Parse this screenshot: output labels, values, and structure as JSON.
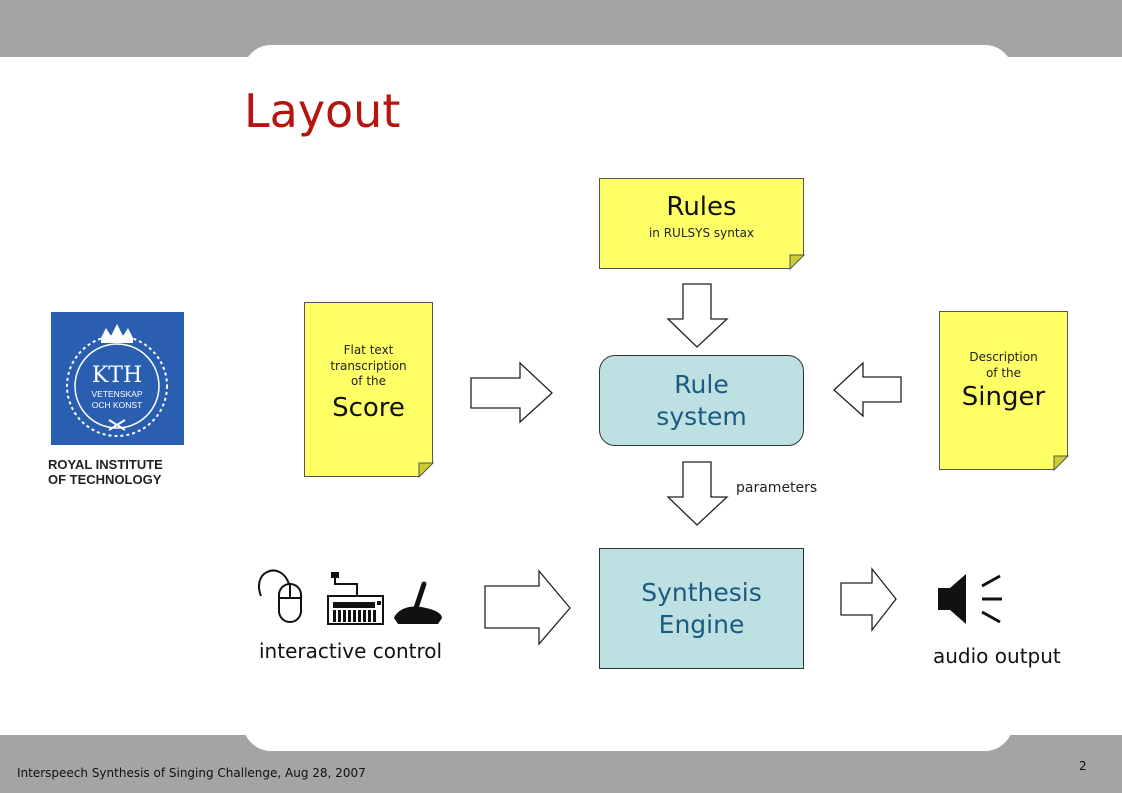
{
  "slide": {
    "title": "Layout",
    "footer": "Interspeech Synthesis of Singing Challenge, Aug 28, 2007",
    "page_number": "2"
  },
  "logo": {
    "name": "kth-logo",
    "caption_line1": "ROYAL INSTITUTE",
    "caption_line2": "OF TECHNOLOGY",
    "colors": {
      "background": "#2a5eb0",
      "emblem": "#ffffff"
    }
  },
  "rules_note": {
    "title": "Rules",
    "subtitle": "in RULSYS syntax"
  },
  "score_note": {
    "line1": "Flat text",
    "line2": "transcription",
    "line3": "of the",
    "title": "Score"
  },
  "singer_note": {
    "line1": "Description",
    "line2": "of the",
    "title": "Singer"
  },
  "rule_system": {
    "line1": "Rule",
    "line2": "system"
  },
  "synthesis_engine": {
    "line1": "Synthesis",
    "line2": "Engine"
  },
  "parameters_label": "parameters",
  "interactive_control": {
    "label": "interactive control",
    "icons": [
      "mouse-icon",
      "keyboard-icon",
      "joystick-icon"
    ]
  },
  "audio_output": {
    "label": "audio output",
    "icon": "speaker-icon"
  },
  "colors": {
    "title": "#b5140f",
    "note_fill": "#ffff66",
    "box_fill": "#bde1e3",
    "box_text": "#1c5a82",
    "band": "#a4a3a6"
  }
}
